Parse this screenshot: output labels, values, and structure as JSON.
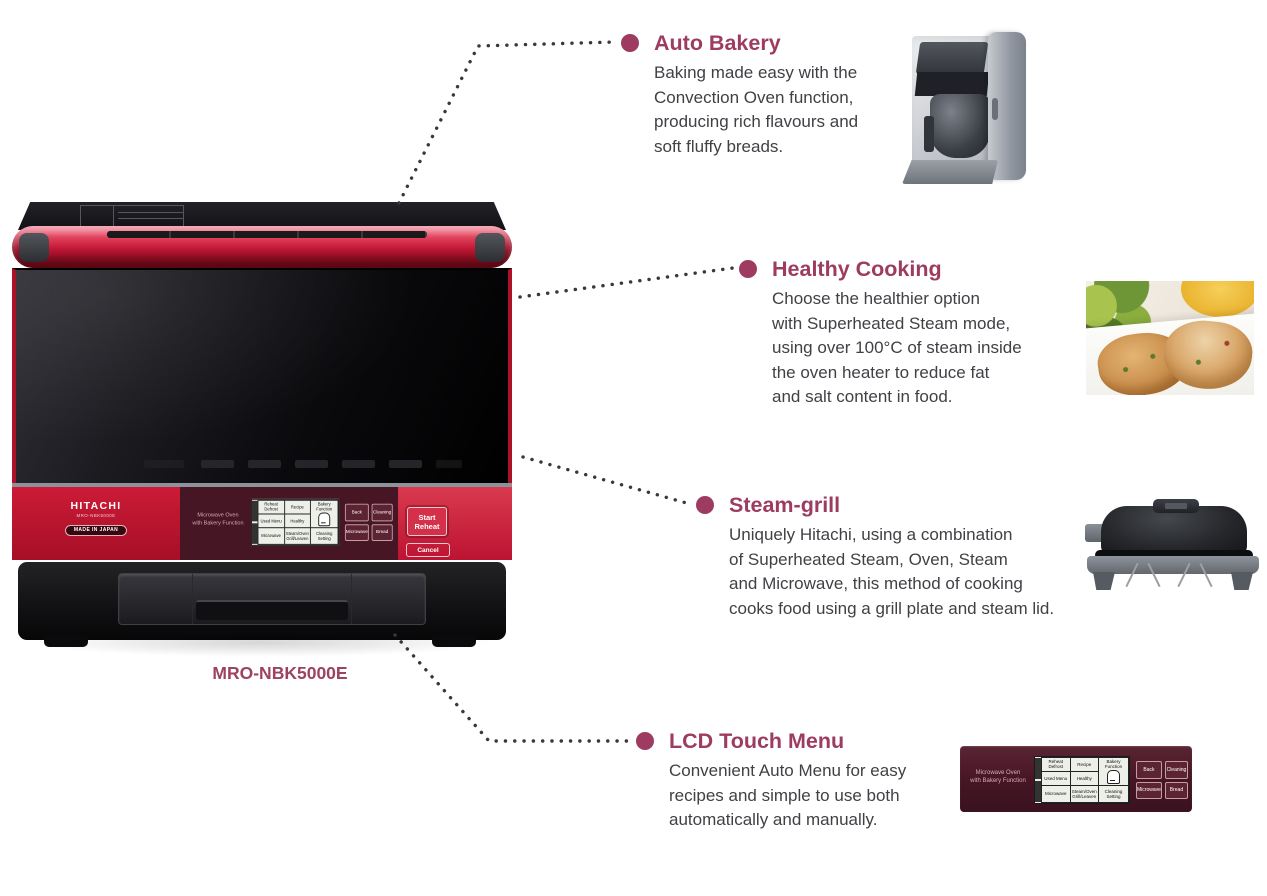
{
  "colors": {
    "accent": "#9d3c60",
    "dot_gray": "#38383b",
    "body_text": "#3f4145",
    "handle_red": "#c31735",
    "panel_maroon": "#471625"
  },
  "microwave": {
    "brand": "HITACHI",
    "model": "MRO-NBK5000E",
    "made_in_badge": "MADE IN JAPAN",
    "panel": {
      "label": "Microwave Oven\nwith Bakery Function",
      "lcd": {
        "reheat_defrost": "Reheat\nDefrost",
        "recipe": "Recipe",
        "bakery_function": "Bakery Function",
        "used_menu": "Used Menu",
        "healthy": "Healthy",
        "microwave": "Microwave",
        "steam_oven": "Steam/Oven\nGrill/Leaven",
        "cleaning_setting": "Cleaning\nSetting",
        "bread_icon": "bread-icon"
      },
      "buttons": {
        "back": "Back",
        "cleaning": "Cleaning",
        "microwave": "Microwave",
        "bread": "Bread"
      },
      "start": "Start\nReheat",
      "cancel": "Cancel"
    }
  },
  "features": [
    {
      "title": "Auto Bakery",
      "body": "Baking made easy with the\nConvection Oven function,\nproducing rich flavours and\nsoft fluffy breads.",
      "image": "bread-maker-accessory"
    },
    {
      "title": "Healthy Cooking",
      "body": "Choose the healthier option\nwith Superheated Steam mode,\nusing over 100°C of steam inside\nthe oven heater to reduce fat\nand salt content in food.",
      "image": "grilled-chicken-dish"
    },
    {
      "title": "Steam-grill",
      "body": "Uniquely Hitachi, using a combination\nof Superheated Steam, Oven, Steam\nand Microwave, this method of cooking\ncooks food using a grill plate and steam lid.",
      "image": "steam-grill-plate"
    },
    {
      "title": "LCD Touch Menu",
      "body": "Convenient Auto Menu for easy\nrecipes and simple to use both\nautomatically and manually.",
      "image": "lcd-touch-panel"
    }
  ]
}
